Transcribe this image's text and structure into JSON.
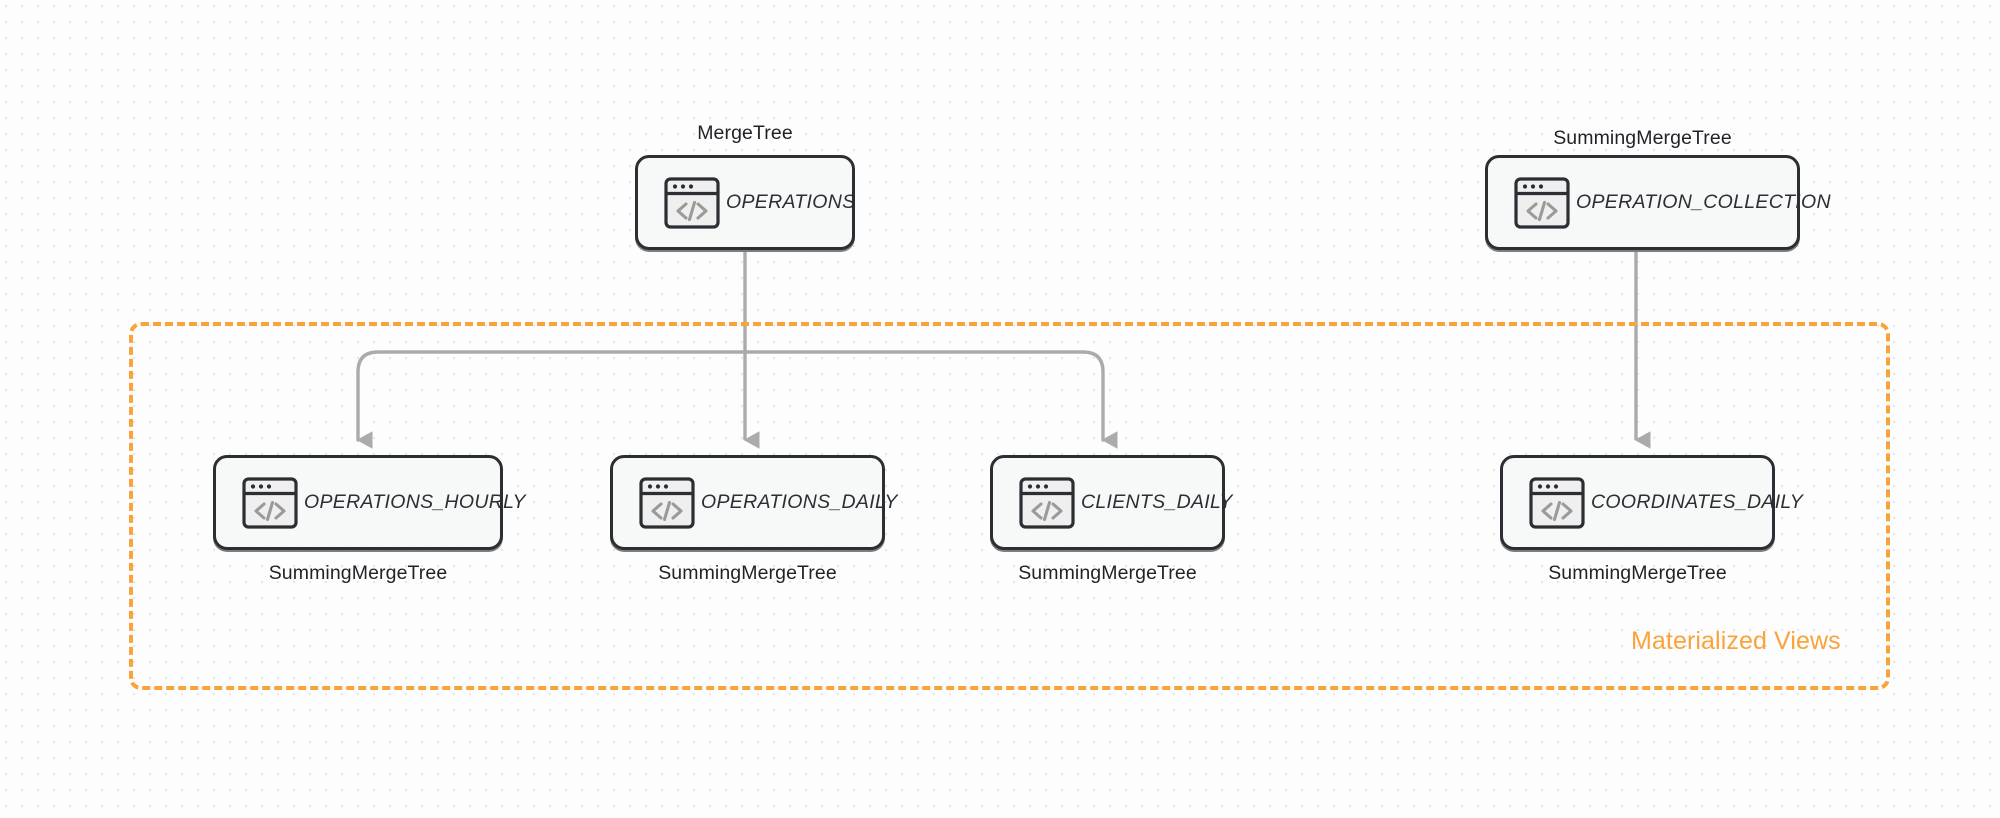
{
  "diagram": {
    "title": "ClickHouse table and materialized view topology",
    "background_color": "#fdfdfd",
    "accent_color": "#f9a33a",
    "node_border_color": "#2b2f33",
    "node_fill_color": "#f7f8f8",
    "connector_color": "#ababab"
  },
  "group": {
    "label": "Materialized Views",
    "border_style": "dashed",
    "border_color": "#f9a33a"
  },
  "nodes": [
    {
      "id": "operations",
      "label": "OPERATIONS",
      "engine": "MergeTree",
      "engine_position": "above",
      "icon": "code-window-icon"
    },
    {
      "id": "operation_collection",
      "label": "OPERATION_COLLECTION",
      "engine": "SummingMergeTree",
      "engine_position": "above",
      "icon": "code-window-icon"
    },
    {
      "id": "operations_hourly",
      "label": "OPERATIONS_HOURLY",
      "engine": "SummingMergeTree",
      "engine_position": "below",
      "icon": "code-window-icon"
    },
    {
      "id": "operations_daily",
      "label": "OPERATIONS_DAILY",
      "engine": "SummingMergeTree",
      "engine_position": "below",
      "icon": "code-window-icon"
    },
    {
      "id": "clients_daily",
      "label": "CLIENTS_DAILY",
      "engine": "SummingMergeTree",
      "engine_position": "below",
      "icon": "code-window-icon"
    },
    {
      "id": "coordinates_daily",
      "label": "COORDINATES_DAILY",
      "engine": "SummingMergeTree",
      "engine_position": "below",
      "icon": "code-window-icon"
    }
  ],
  "edges": [
    {
      "from": "operations",
      "to": "operations_hourly",
      "arrow": "down"
    },
    {
      "from": "operations",
      "to": "operations_daily",
      "arrow": "down"
    },
    {
      "from": "operations",
      "to": "clients_daily",
      "arrow": "down"
    },
    {
      "from": "operation_collection",
      "to": "coordinates_daily",
      "arrow": "down"
    }
  ]
}
